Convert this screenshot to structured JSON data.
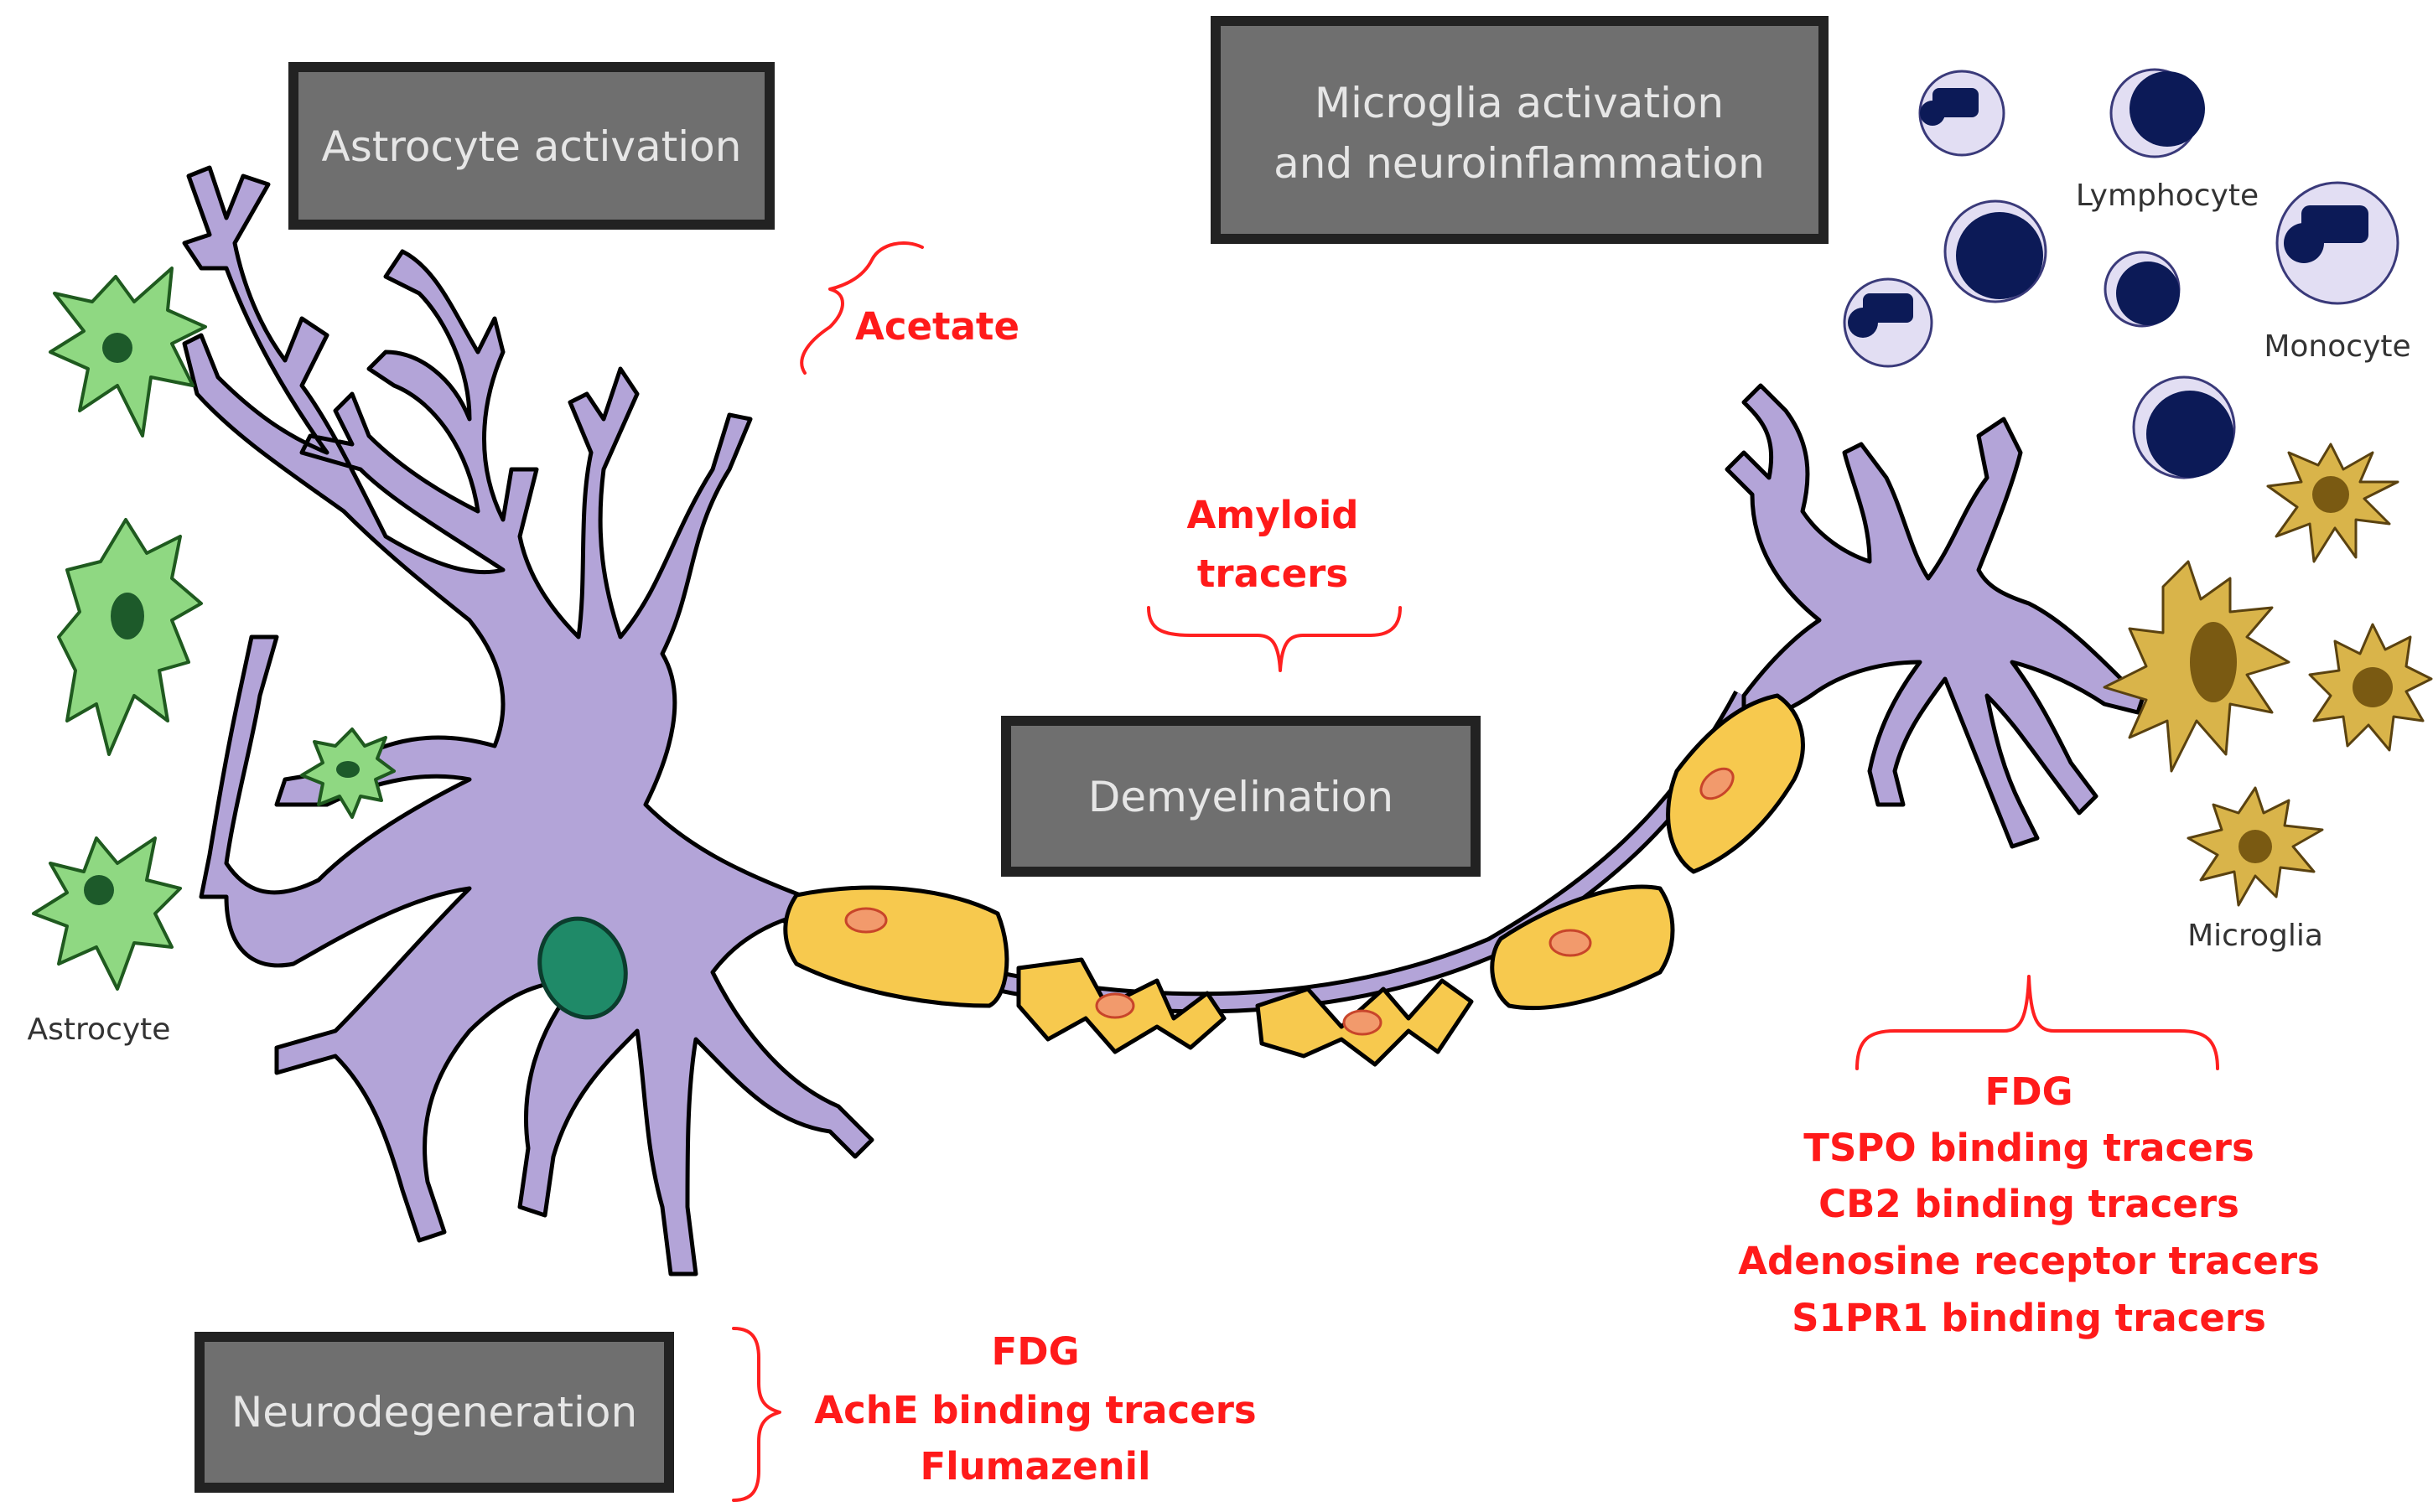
{
  "labels": {
    "astrocyte_activation": "Astrocyte activation",
    "microglia_line1": "Microglia activation",
    "microglia_line2": "and neuroinflammation",
    "demyelination": "Demyelination",
    "neurodegeneration": "Neurodegeneration"
  },
  "tracers": {
    "acetate": "Acetate",
    "amyloid_line1": "Amyloid",
    "amyloid_line2": "tracers",
    "microglia": [
      "FDG",
      "TSPO binding tracers",
      "CB2 binding tracers",
      "Adenosine receptor tracers",
      "S1PR1 binding tracers"
    ],
    "neurodegeneration": [
      "FDG",
      "AchE binding tracers",
      "Flumazenil"
    ]
  },
  "cells": {
    "astrocyte": "Astrocyte",
    "lymphocyte": "Lymphocyte",
    "monocyte": "Monocyte",
    "microglia": "Microglia"
  },
  "colors": {
    "tracer_text": "#ff1a1a",
    "box_fill": "#6f6f6f",
    "neuron": "#b3a4d8",
    "myelin": "#f7c94e",
    "astrocyte": "#8fd882",
    "microglia": "#d9b44a",
    "lymphocyte_nucleus": "#0c1a57"
  }
}
